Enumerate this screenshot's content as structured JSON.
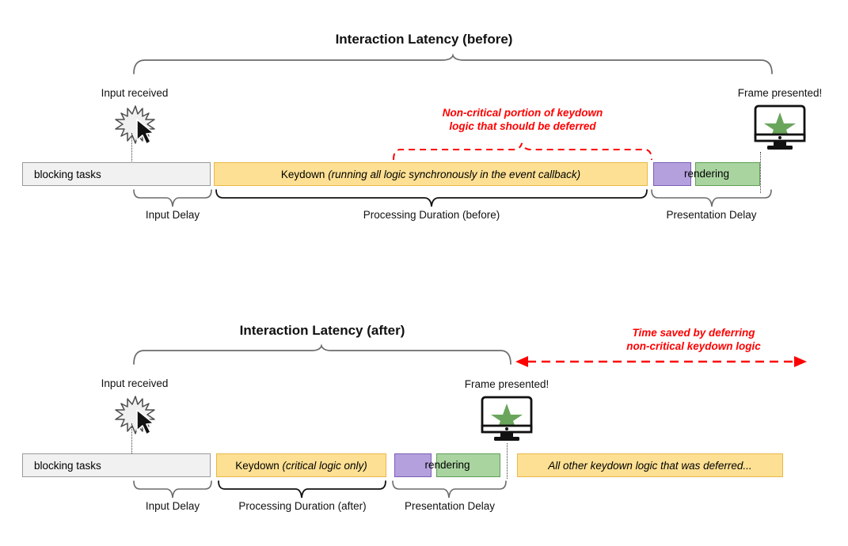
{
  "meta": {
    "colors": {
      "blocking_fill": "#f1f1f1",
      "blocking_stroke": "#9a9a9a",
      "keydown_fill": "#fde093",
      "keydown_stroke": "#e8b84a",
      "rendering_purple_fill": "#b4a0dd",
      "rendering_purple_stroke": "#7a5fb5",
      "rendering_green_fill": "#a9d4a0",
      "rendering_green_stroke": "#5f9e54",
      "annotation_red": "#ff0000",
      "brace_gray": "#6b6b6b",
      "brace_black": "#111111",
      "star_green": "#6aa55c"
    }
  },
  "before": {
    "title": "Interaction Latency (before)",
    "input_label": "Input received",
    "frame_label": "Frame presented!",
    "annotation_line1": "Non-critical portion of keydown",
    "annotation_line2": "logic that should be deferred",
    "bars": {
      "blocking": "blocking tasks",
      "keydown_main": "Keydown ",
      "keydown_italic": "(running all logic synchronously in the event callback)",
      "rendering": "rendering"
    },
    "phase_labels": [
      "Input Delay",
      "Processing Duration (before)",
      "Presentation Delay"
    ]
  },
  "after": {
    "title": "Interaction Latency (after)",
    "input_label": "Input received",
    "frame_label": "Frame presented!",
    "annotation_line1": "Time saved by deferring",
    "annotation_line2": "non-critical keydown logic",
    "bars": {
      "blocking": "blocking tasks",
      "keydown_main": "Keydown ",
      "keydown_italic": "(critical logic only)",
      "rendering": "rendering",
      "deferred": "All other keydown logic that was deferred..."
    },
    "phase_labels": [
      "Input Delay",
      "Processing Duration (after)",
      "Presentation Delay"
    ]
  },
  "icons": {
    "burst": "input-burst-icon",
    "cursor": "mouse-cursor-icon",
    "monitor": "monitor-icon",
    "star": "star-icon"
  }
}
